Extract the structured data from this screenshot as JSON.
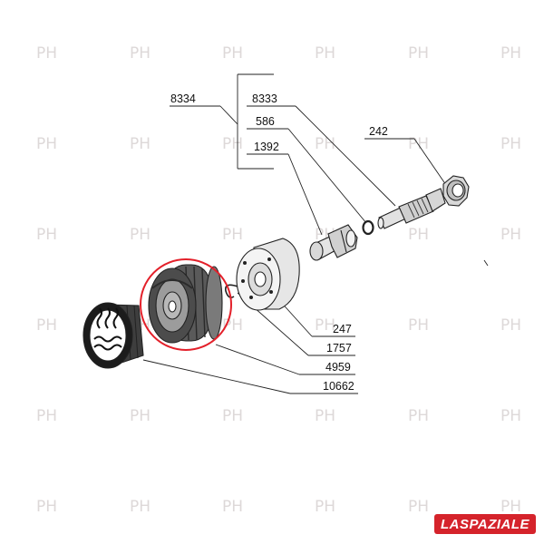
{
  "watermark": "PH",
  "labels": {
    "l8334": "8334",
    "l8333": "8333",
    "l586": "586",
    "l1392": "1392",
    "l242": "242",
    "l247": "247",
    "l1757": "1757",
    "l4959": "4959",
    "l10662": "10662"
  },
  "logo": {
    "text": "LASPAZIALE",
    "color": "#d5232b"
  },
  "highlight_color": "#e3202a"
}
